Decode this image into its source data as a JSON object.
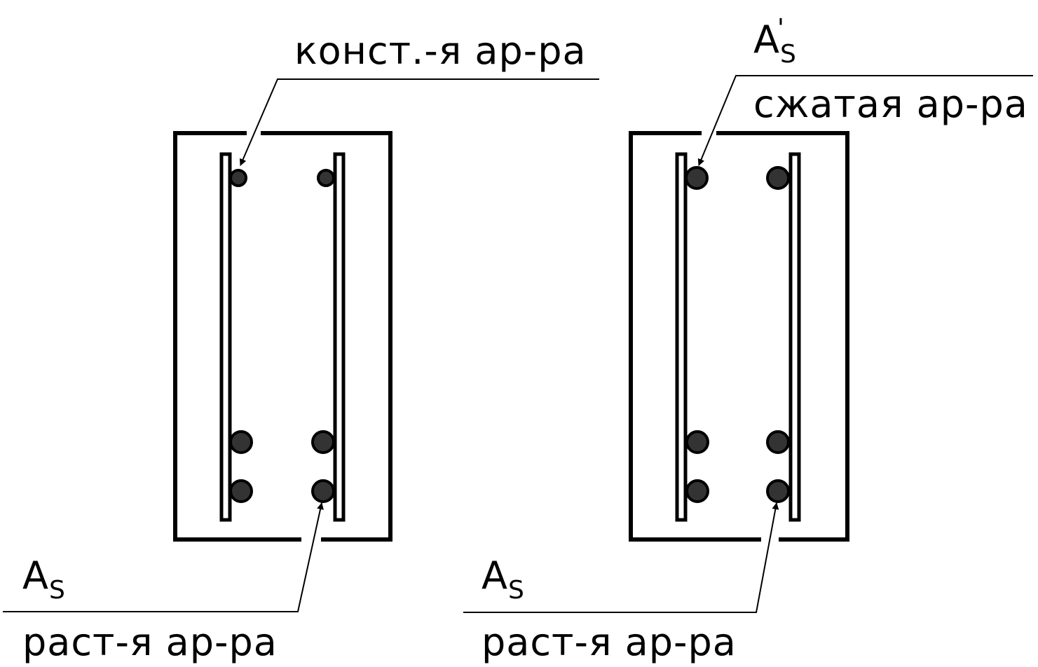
{
  "labels": {
    "left_constructive": "конст.-я ар-ра",
    "left_tensile_symbol": "A",
    "left_tensile_subscript": "S",
    "left_tensile": "раст-я ар-ра",
    "right_compressed_symbol": "A",
    "right_compressed_prime": "'",
    "right_compressed_subscript": "S",
    "right_compressed": "сжатая ар-ра",
    "right_tensile_symbol": "A",
    "right_tensile_subscript": "S",
    "right_tensile": "раст-я ар-ра"
  },
  "colors": {
    "stroke": "#000000",
    "bar_fill": "#333333",
    "background": "#ffffff"
  }
}
